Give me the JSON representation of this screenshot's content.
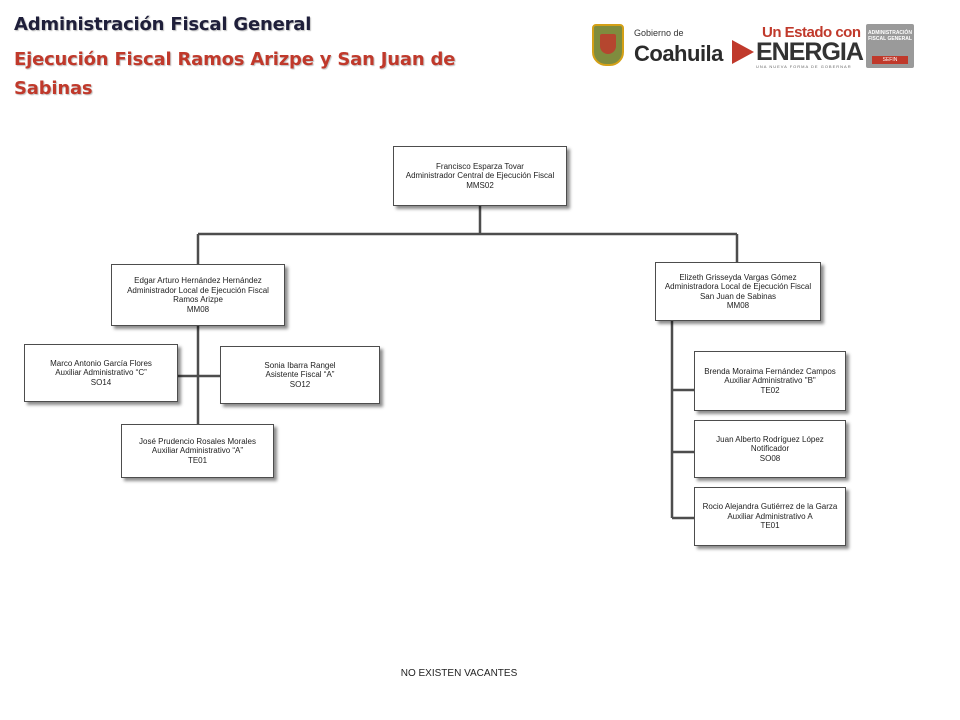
{
  "header": {
    "title": "Administración Fiscal General",
    "subtitle": "Ejecución Fiscal Ramos Arizpe y San Juan de Sabinas"
  },
  "logos": {
    "gobierno_small": "Gobierno de",
    "gobierno_big": "Coahuila",
    "estado_top": "Un Estado con",
    "estado_big": "ENERGIA",
    "estado_tag": "UNA NUEVA FORMA DE GOBERNAR",
    "afg_line1": "ADMINISTRACIÓN",
    "afg_line2": "FISCAL GENERAL",
    "afg_sefin": "SEFIN"
  },
  "colors": {
    "title": "#1f1f3a",
    "subtitle": "#c0392b",
    "connector": "#4d4d4d"
  },
  "nodes": {
    "central": {
      "name": "Francisco Esparza Tovar",
      "role": "Administrador Central de Ejecución Fiscal",
      "code": "MMS02"
    },
    "ramos": {
      "name": "Edgar Arturo Hernández Hernández",
      "role": "Administrador Local de Ejecución Fiscal Ramos Arizpe",
      "code": "MM08"
    },
    "sabinas": {
      "name": "Elizeth Grisseyda Vargas Gómez",
      "role": "Administradora Local de Ejecución Fiscal San Juan de Sabinas",
      "code": "MM08"
    },
    "marco": {
      "name": "Marco Antonio García Flores",
      "role": "Auxiliar Administrativo “C”",
      "code": "SO14"
    },
    "sonia": {
      "name": "Sonia Ibarra Rangel",
      "role": "Asistente Fiscal “A”",
      "code": "SO12"
    },
    "jose": {
      "name": "José Prudencio Rosales Morales",
      "role": "Auxiliar Administrativo “A”",
      "code": "TE01"
    },
    "brenda": {
      "name": "Brenda Moraima Fernández Campos",
      "role": "Auxiliar Administrativo \"B\"",
      "code": "TE02"
    },
    "juan": {
      "name": "Juan Alberto Rodríguez López",
      "role": "Notificador",
      "code": "SO08"
    },
    "rocio": {
      "name": "Rocio Alejandra Gutiérrez de la Garza",
      "role": "Auxiliar Administrativo A",
      "code": "TE01"
    }
  },
  "footer": "NO EXISTEN VACANTES"
}
